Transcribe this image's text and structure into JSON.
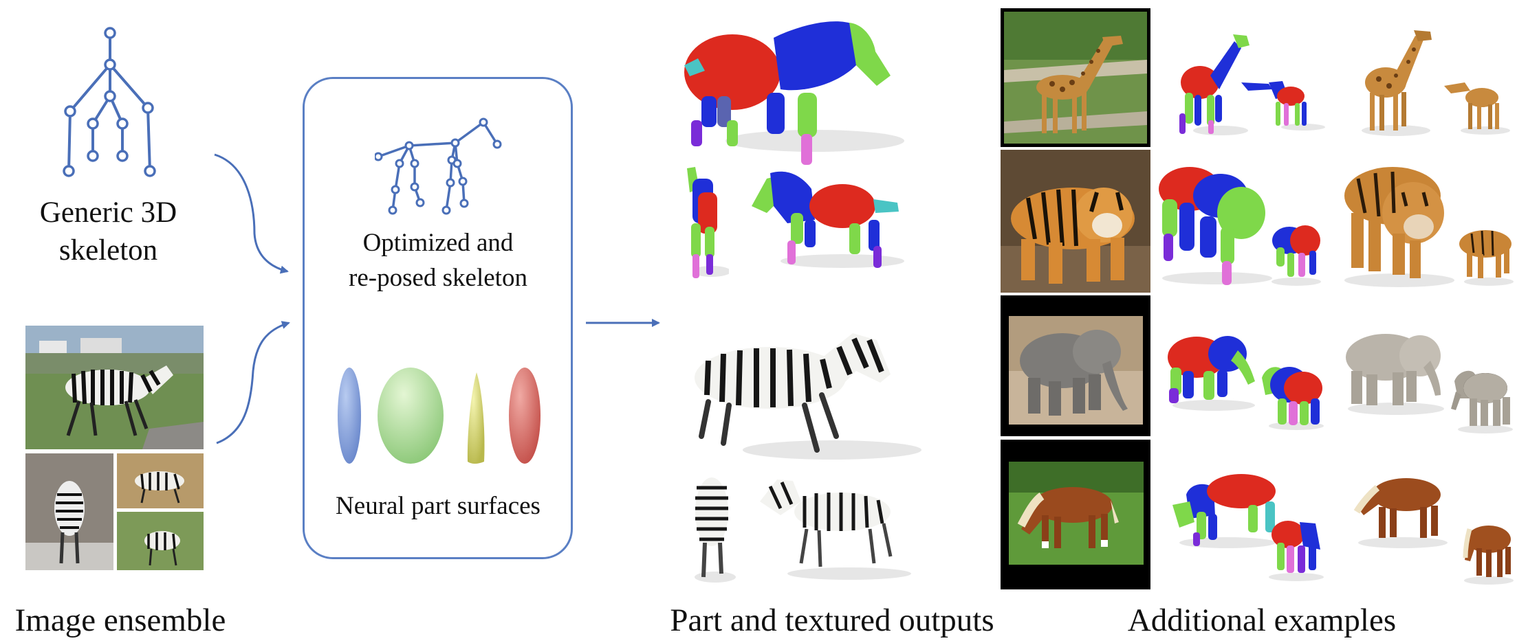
{
  "labels": {
    "generic_skeleton_line1": "Generic 3D",
    "generic_skeleton_line2": "skeleton",
    "optimized_line1": "Optimized and",
    "optimized_line2": "re-posed skeleton",
    "neural_parts": "Neural part surfaces",
    "image_ensemble": "Image ensemble",
    "part_textured": "Part and textured outputs",
    "additional": "Additional examples"
  },
  "colors": {
    "arrow": "#4a6fb8",
    "skeleton": "#4a6fb8",
    "part_red": "#dd2a1f",
    "part_blue": "#1f2fd8",
    "part_green": "#7fd84a",
    "part_purple": "#7a2cd8",
    "part_pink": "#e070d8",
    "surface_blue": "#7d9ad8",
    "surface_green": "#a8dc8e",
    "surface_yellow": "#d6d66a",
    "surface_red": "#d86a64"
  },
  "additional_rows": [
    "giraffe",
    "tiger",
    "elephant",
    "horse"
  ]
}
